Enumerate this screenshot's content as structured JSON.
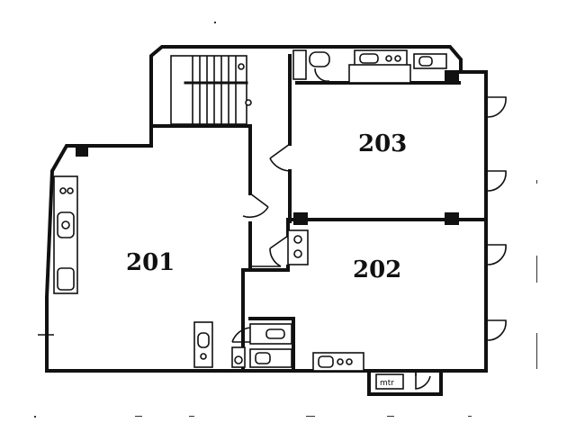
{
  "rooms": [
    {
      "id": "201",
      "label": "201"
    },
    {
      "id": "202",
      "label": "202"
    },
    {
      "id": "203",
      "label": "203"
    }
  ],
  "fixtures": {
    "meter_label": "mtr"
  },
  "colors": {
    "line": "#111111",
    "background": "#ffffff"
  },
  "icons": [
    "stair-icon",
    "door-swing-icon",
    "sink-icon",
    "toilet-icon",
    "column-icon"
  ]
}
